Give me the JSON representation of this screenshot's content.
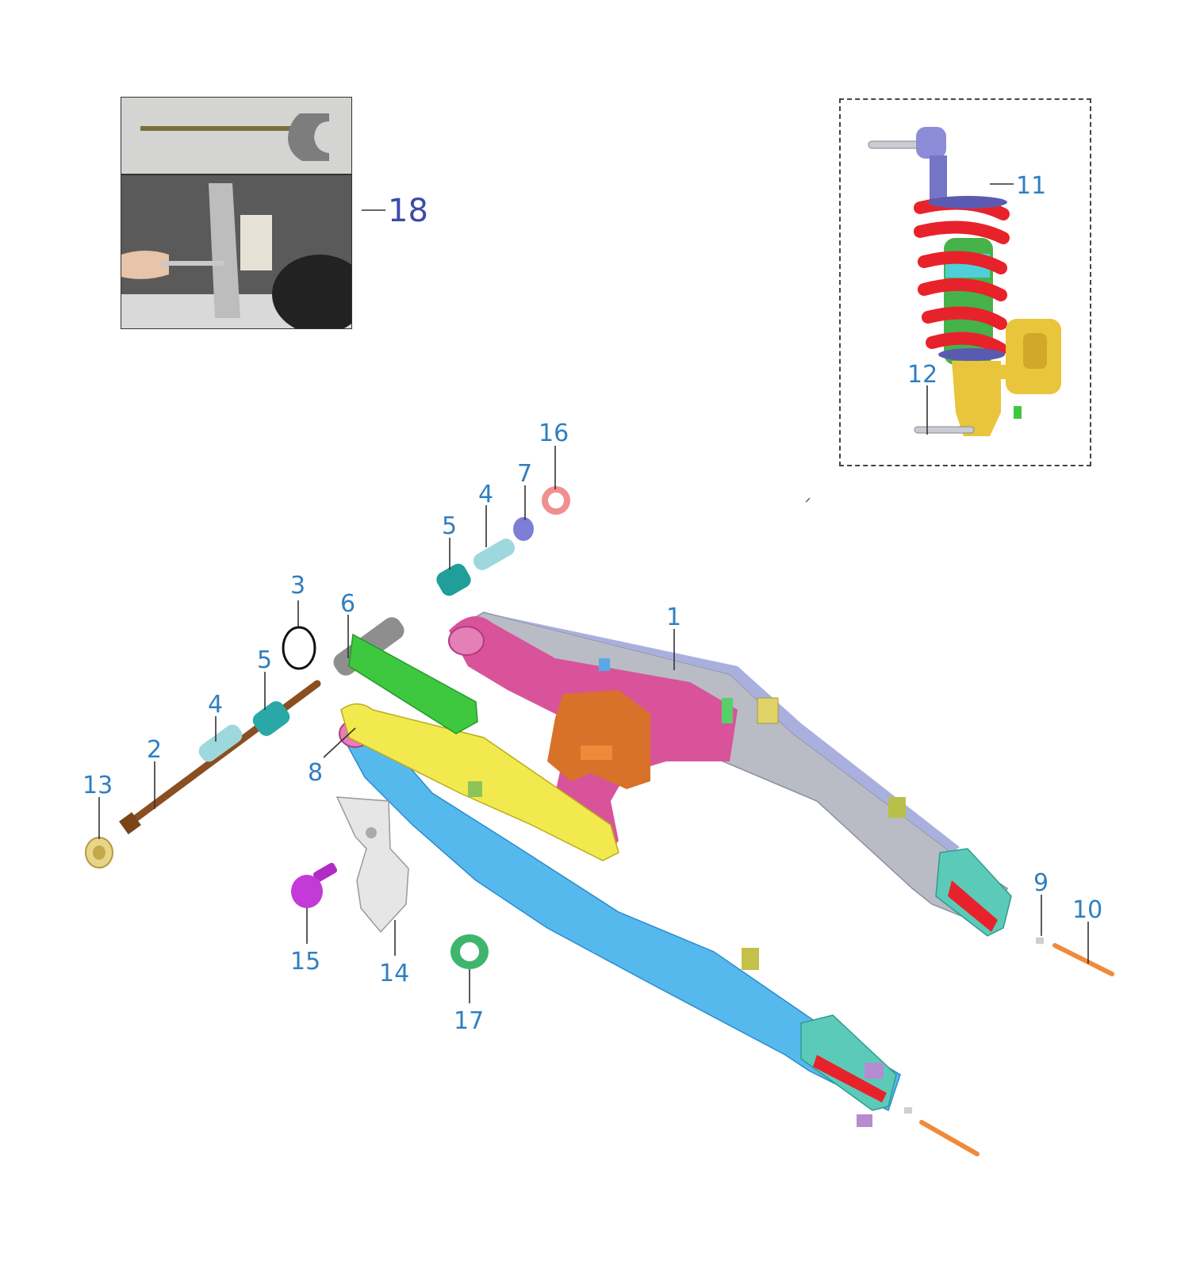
{
  "callouts": {
    "c1": "1",
    "c2": "2",
    "c3": "3",
    "c4a": "4",
    "c4b": "4",
    "c5a": "5",
    "c5b": "5",
    "c6": "6",
    "c7": "7",
    "c8": "8",
    "c9": "9",
    "c10": "10",
    "c11": "11",
    "c12": "12",
    "c13": "13",
    "c14": "14",
    "c15": "15",
    "c16": "16",
    "c17": "17",
    "c18": "18"
  },
  "colors": {
    "callout_text": "#2f7fc1",
    "callout_18": "#3b4aa8",
    "swingarm_grey": "#b9bcc4",
    "swingarm_blue": "#56b9ee",
    "chain_guard_yellow": "#f2e94e",
    "pivot_pink": "#d9539b",
    "bracket_orange": "#d8712a",
    "spring_red": "#e8222a",
    "shock_body_green": "#46b24a",
    "reservoir_gold": "#e8c53a"
  }
}
